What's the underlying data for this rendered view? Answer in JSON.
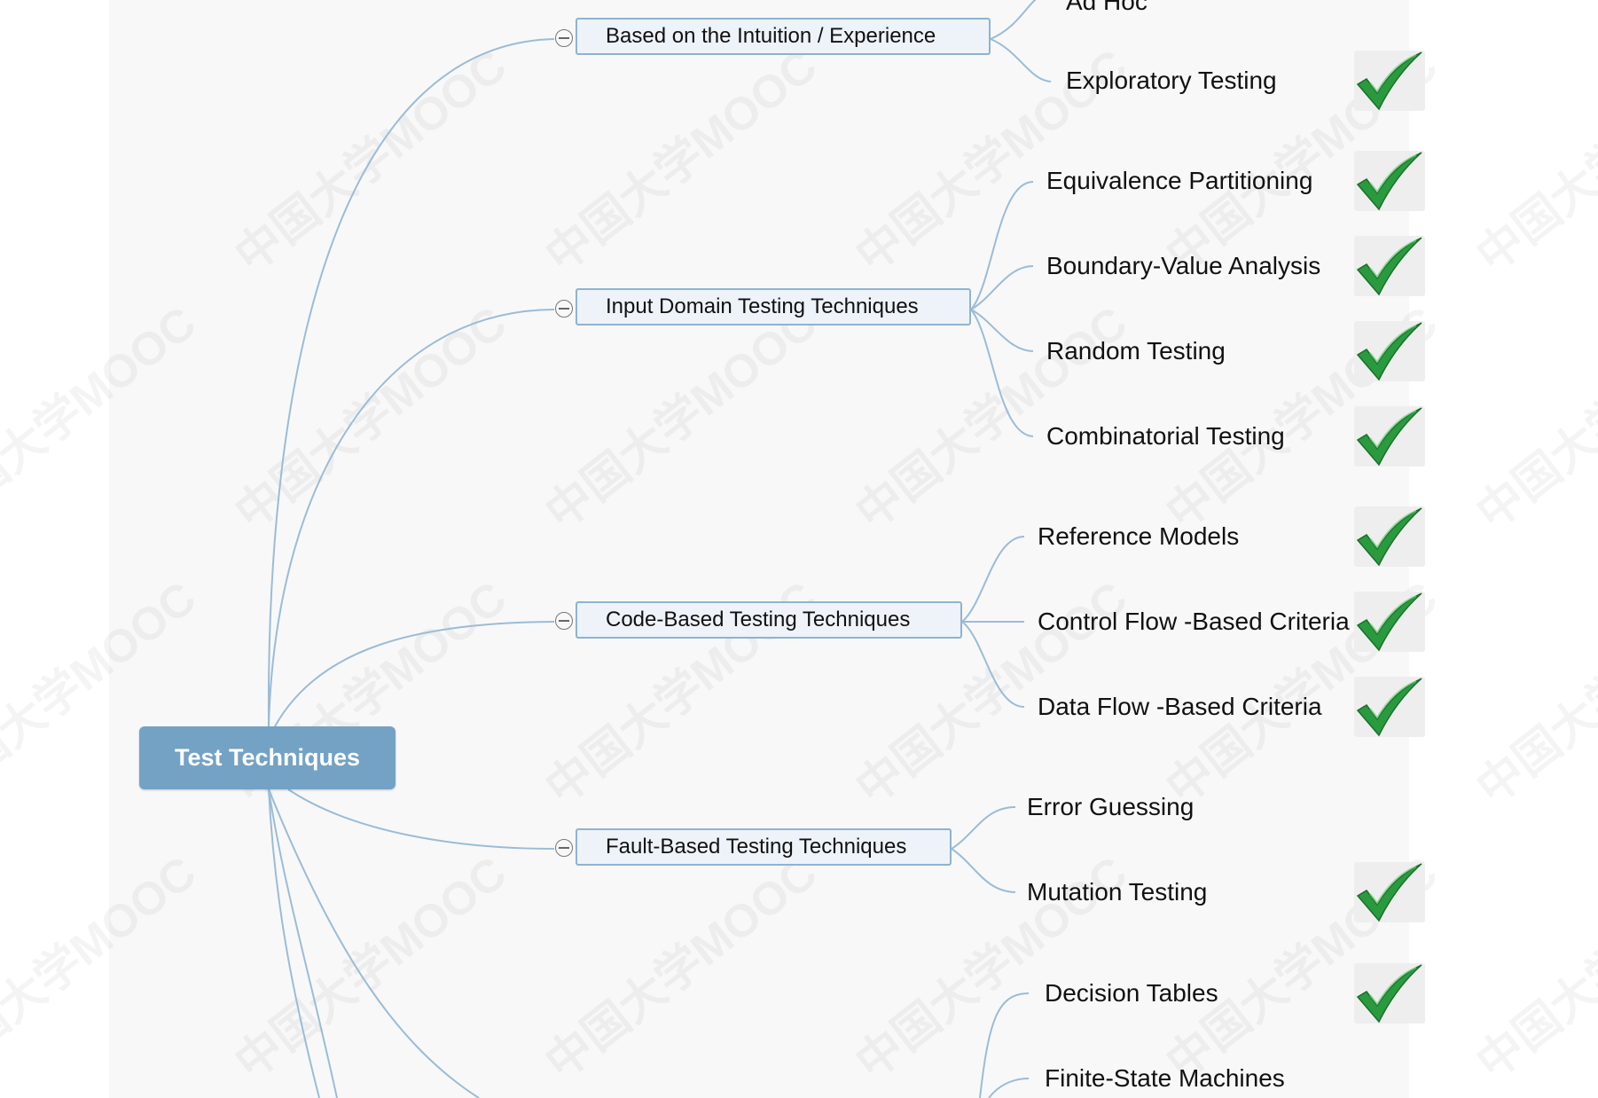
{
  "mindmap": {
    "root": "Test Techniques",
    "branches": [
      {
        "label": "Based on the Intuition / Experience",
        "leaves": [
          {
            "label": "Ad Hoc",
            "checked": false
          },
          {
            "label": "Exploratory Testing",
            "checked": true
          }
        ]
      },
      {
        "label": "Input Domain Testing Techniques",
        "leaves": [
          {
            "label": "Equivalence Partitioning",
            "checked": true
          },
          {
            "label": "Boundary-Value Analysis",
            "checked": true
          },
          {
            "label": "Random Testing",
            "checked": true
          },
          {
            "label": "Combinatorial Testing",
            "checked": true
          }
        ]
      },
      {
        "label": "Code-Based Testing Techniques",
        "leaves": [
          {
            "label": "Reference Models",
            "checked": true
          },
          {
            "label": "Control Flow -Based Criteria",
            "checked": true
          },
          {
            "label": "Data Flow -Based Criteria",
            "checked": true
          }
        ]
      },
      {
        "label": "Fault-Based Testing Techniques",
        "leaves": [
          {
            "label": "Error Guessing",
            "checked": false
          },
          {
            "label": "Mutation Testing",
            "checked": true
          }
        ]
      },
      {
        "label": "",
        "leaves": [
          {
            "label": "Decision Tables",
            "checked": true
          },
          {
            "label": "Finite-State Machines",
            "checked": false
          }
        ]
      }
    ]
  },
  "watermark": "中国大学MOOC",
  "colors": {
    "connector": "#9bbcd6",
    "root_fill": "#73a2c4",
    "branch_fill": "#edf3f9",
    "branch_border": "#8fb3cf",
    "check_green": "#2a9a3e"
  }
}
